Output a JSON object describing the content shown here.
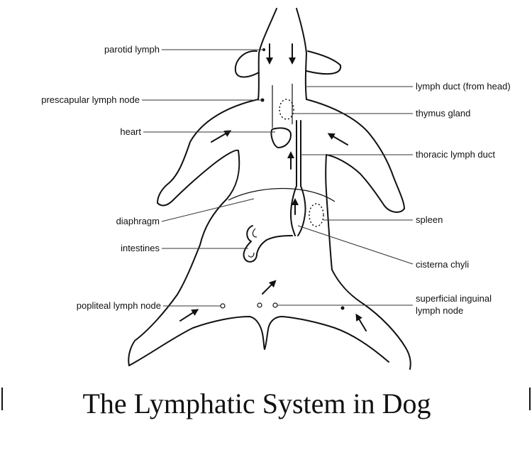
{
  "title": "The Lymphatic System in Dog",
  "labels": {
    "parotid_lymph": "parotid lymph",
    "prescapular_lymph_node": "prescapular lymph node",
    "heart": "heart",
    "diaphragm": "diaphragm",
    "intestines": "intestines",
    "popliteal_lymph_node": "popliteal lymph node",
    "lymph_duct_head": "lymph duct (from head)",
    "thymus_gland": "thymus gland",
    "thoracic_lymph_duct": "thoracic lymph duct",
    "spleen": "spleen",
    "cisterna_chyli": "cisterna chyli",
    "superficial_inguinal_line1": "superficial inguinal",
    "superficial_inguinal_line2": "lymph node"
  }
}
